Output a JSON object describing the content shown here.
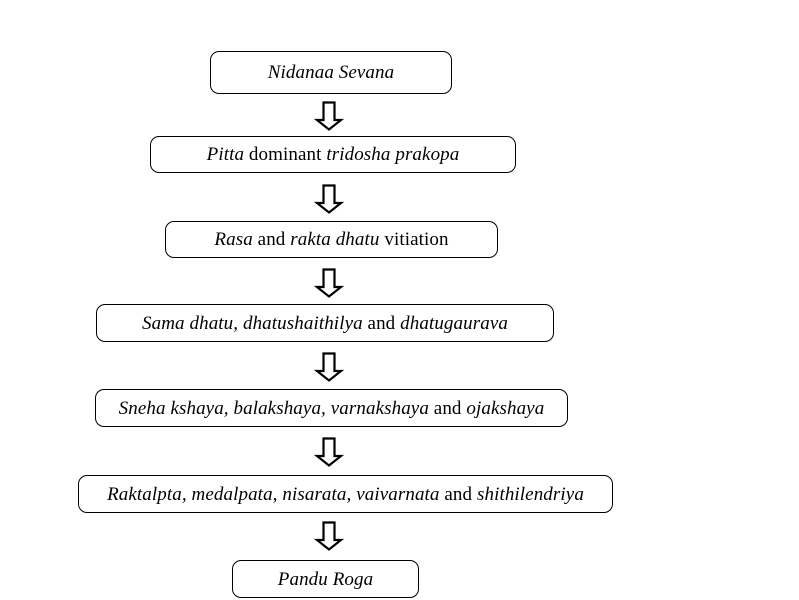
{
  "figure": {
    "type": "flowchart",
    "orientation": "vertical-top-to-bottom",
    "background_color": "#ffffff",
    "line_color": "#000000",
    "node_fill": "#ffffff",
    "connector_icon": "hollow-block-down-arrow"
  },
  "nodes": [
    {
      "id": "node-1",
      "order": 1,
      "text": "Nidanaa Sevana",
      "segments": [
        {
          "text": "Nidanaa Sevana",
          "style": "italic"
        }
      ]
    },
    {
      "id": "node-2",
      "order": 2,
      "text": "Pitta dominant tridosha prakopa",
      "segments": [
        {
          "text": "Pitta",
          "style": "italic"
        },
        {
          "text": " dominant ",
          "style": "regular"
        },
        {
          "text": "tridosha prakopa",
          "style": "italic"
        }
      ]
    },
    {
      "id": "node-3",
      "order": 3,
      "text": "Rasa and rakta dhatu vitiation",
      "segments": [
        {
          "text": "Rasa",
          "style": "italic"
        },
        {
          "text": " and ",
          "style": "regular"
        },
        {
          "text": "rakta dhatu",
          "style": "italic"
        },
        {
          "text": " vitiation",
          "style": "regular"
        }
      ]
    },
    {
      "id": "node-4",
      "order": 4,
      "text": "Sama dhatu, dhatushaithilya and dhatugaurava",
      "segments": [
        {
          "text": "Sama dhatu, dhatushaithilya",
          "style": "italic"
        },
        {
          "text": " and ",
          "style": "regular"
        },
        {
          "text": "dhatugaurava",
          "style": "italic"
        }
      ]
    },
    {
      "id": "node-5",
      "order": 5,
      "text": "Sneha kshaya, balakshaya, varnakshaya and ojakshaya",
      "segments": [
        {
          "text": "Sneha kshaya, balakshaya, varnakshaya",
          "style": "italic"
        },
        {
          "text": " and ",
          "style": "regular"
        },
        {
          "text": "ojakshaya",
          "style": "italic"
        }
      ]
    },
    {
      "id": "node-6",
      "order": 6,
      "text": "Raktalpta, medalpata, nisarata, vaivarnata and shithilendriya",
      "segments": [
        {
          "text": "Raktalpta, medalpata, nisarata, vaivarnata",
          "style": "italic"
        },
        {
          "text": " and ",
          "style": "regular"
        },
        {
          "text": "shithilendriya",
          "style": "italic"
        }
      ]
    },
    {
      "id": "node-7",
      "order": 7,
      "text": "Pandu Roga",
      "segments": [
        {
          "text": "Pandu Roga",
          "style": "italic"
        }
      ]
    }
  ],
  "connectors": [
    {
      "id": "arrow-1",
      "from": "node-1",
      "to": "node-2",
      "icon": "down-arrow-icon"
    },
    {
      "id": "arrow-2",
      "from": "node-2",
      "to": "node-3",
      "icon": "down-arrow-icon"
    },
    {
      "id": "arrow-3",
      "from": "node-3",
      "to": "node-4",
      "icon": "down-arrow-icon"
    },
    {
      "id": "arrow-4",
      "from": "node-4",
      "to": "node-5",
      "icon": "down-arrow-icon"
    },
    {
      "id": "arrow-5",
      "from": "node-5",
      "to": "node-6",
      "icon": "down-arrow-icon"
    },
    {
      "id": "arrow-6",
      "from": "node-6",
      "to": "node-7",
      "icon": "down-arrow-icon"
    }
  ]
}
